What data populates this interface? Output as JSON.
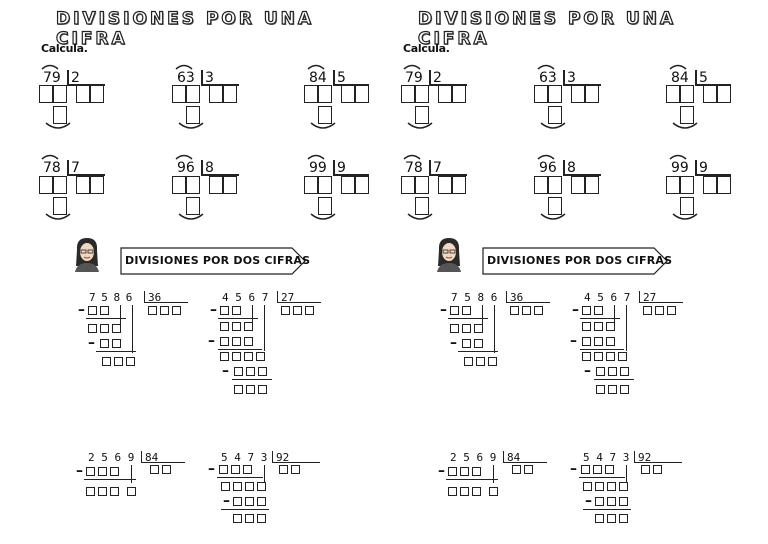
{
  "worksheet": {
    "title": "DIVISIONES POR UNA CIFRA",
    "instruction": "Calcula.",
    "one_digit_divisions": [
      {
        "dividend": "79",
        "divisor": "2"
      },
      {
        "dividend": "63",
        "divisor": "3"
      },
      {
        "dividend": "84",
        "divisor": "5"
      },
      {
        "dividend": "78",
        "divisor": "7"
      },
      {
        "dividend": "96",
        "divisor": "8"
      },
      {
        "dividend": "99",
        "divisor": "9"
      }
    ],
    "banner": "DIVISIONES POR DOS CIFRAS",
    "two_digit_divisions": [
      {
        "dividend": "7 5 8 6",
        "divisor": "36"
      },
      {
        "dividend": "4 5 6 7",
        "divisor": "27"
      },
      {
        "dividend": "2 5 6 9",
        "divisor": "84"
      },
      {
        "dividend": "5 4 7 3",
        "divisor": "92"
      }
    ]
  }
}
